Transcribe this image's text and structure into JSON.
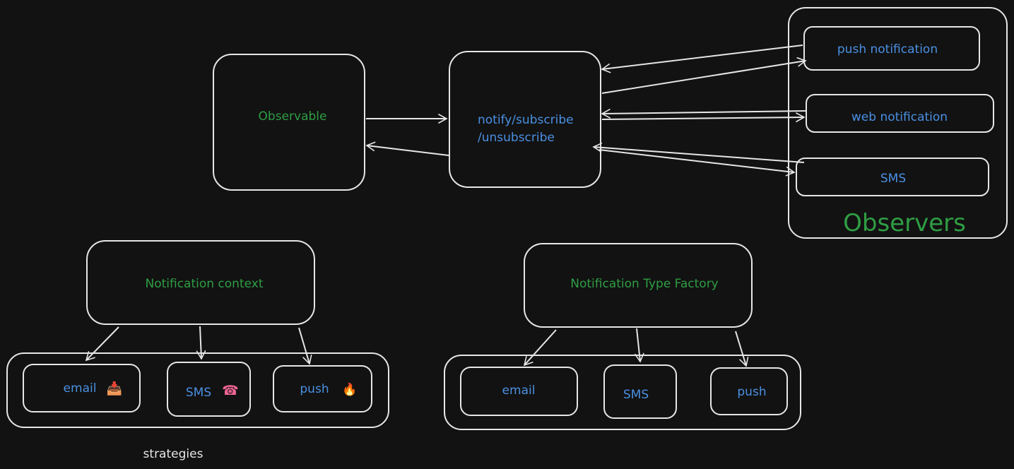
{
  "colors": {
    "background": "#121212",
    "stroke": "#e6e6e6",
    "green": "#2f9e44",
    "blue": "#4a90e2",
    "label": "#e6e6e6"
  },
  "observer_pattern": {
    "observable": "Observable",
    "subject": [
      "notify/subscribe",
      "/unsubscribe"
    ],
    "observers_title": "Observers",
    "observers": [
      "push notification",
      "web notification",
      "SMS"
    ]
  },
  "strategy_pattern": {
    "context": "Notification context",
    "group_label": "strategies",
    "strategies": [
      {
        "label": "email",
        "icon": "inbox-tray-icon",
        "glyph": "📥"
      },
      {
        "label": "SMS",
        "icon": "telephone-icon",
        "glyph": "☎"
      },
      {
        "label": "push",
        "icon": "flame-icon",
        "glyph": "🔥"
      }
    ]
  },
  "factory_pattern": {
    "factory": "Notification Type Factory",
    "products": [
      "email",
      "SMS",
      "push"
    ]
  }
}
